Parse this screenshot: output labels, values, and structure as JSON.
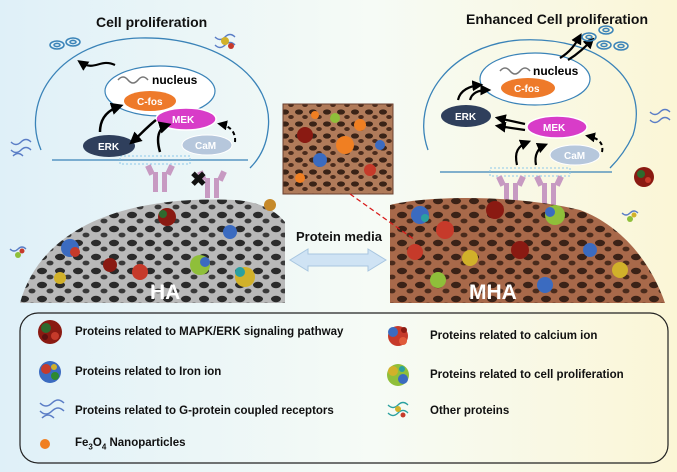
{
  "titles": {
    "left": "Cell  proliferation",
    "right": "Enhanced Cell  proliferation"
  },
  "cell_labels": {
    "nucleus": "nucleus",
    "cfos": "C-fos",
    "erk": "ERK",
    "mek": "MEK",
    "cam": "CaM"
  },
  "center_label": "Protein media",
  "scaffolds": {
    "left": "HA",
    "right": "MHA"
  },
  "legend": {
    "items": [
      {
        "icon": "mapk-erk-protein-icon",
        "text": "Proteins  related to MAPK/ERK signaling pathway"
      },
      {
        "icon": "iron-ion-protein-icon",
        "text": "Proteins  related to Iron ion"
      },
      {
        "icon": "gpcr-protein-icon",
        "text": "Proteins related to G-protein coupled   receptors"
      },
      {
        "icon": "calcium-ion-protein-icon",
        "text": "Proteins related to  calcium ion"
      },
      {
        "icon": "cell-proliferation-protein-icon",
        "text": "Proteins related to  cell proliferation"
      },
      {
        "icon": "other-protein-icon",
        "text": "Other proteins"
      }
    ],
    "nanoparticle": {
      "prefix": "Fe",
      "sub1": "3",
      "mid": "O",
      "sub2": "4",
      "suffix": " Nanoparticles"
    }
  },
  "colors": {
    "erk": "#2f3f5c",
    "mek": "#d83cc8",
    "cam": "#b6c7dc",
    "cfos": "#ee7a2a",
    "receptor": "#c79ac2",
    "ha_scaffold": "#8d8d8d",
    "mha_scaffold": "#8b5a3a",
    "arrow_fill": "#cfe3f4",
    "nanoparticle": "#f07f22"
  }
}
